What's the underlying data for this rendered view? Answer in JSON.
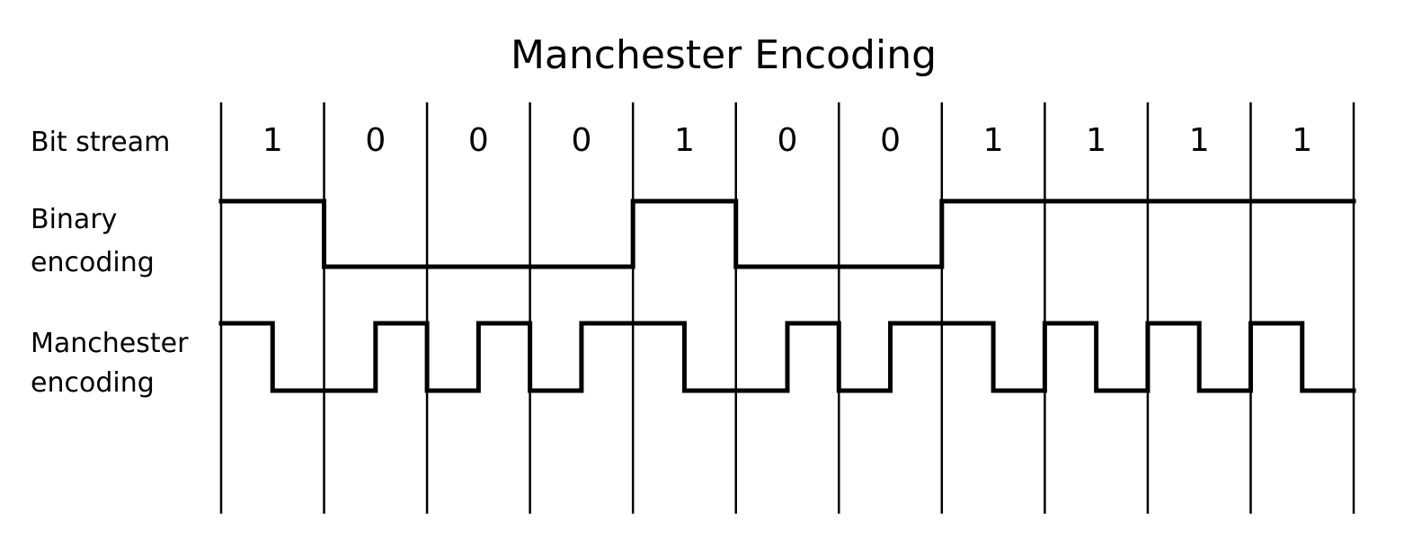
{
  "diagram": {
    "title": "Manchester Encoding",
    "row_labels": {
      "bitstream": "Bit stream",
      "binary_line1": "Binary",
      "binary_line2": "encoding",
      "manchester_line1": "Manchester",
      "manchester_line2": "encoding"
    },
    "bits": [
      "1",
      "0",
      "0",
      "0",
      "1",
      "0",
      "0",
      "1",
      "1",
      "1",
      "1"
    ],
    "encoding_convention": "each bit transitions mid-period: 1 = high-to-low, 0 = low-to-high",
    "colors": {
      "background": "#ffffff",
      "ink": "#000000"
    }
  }
}
